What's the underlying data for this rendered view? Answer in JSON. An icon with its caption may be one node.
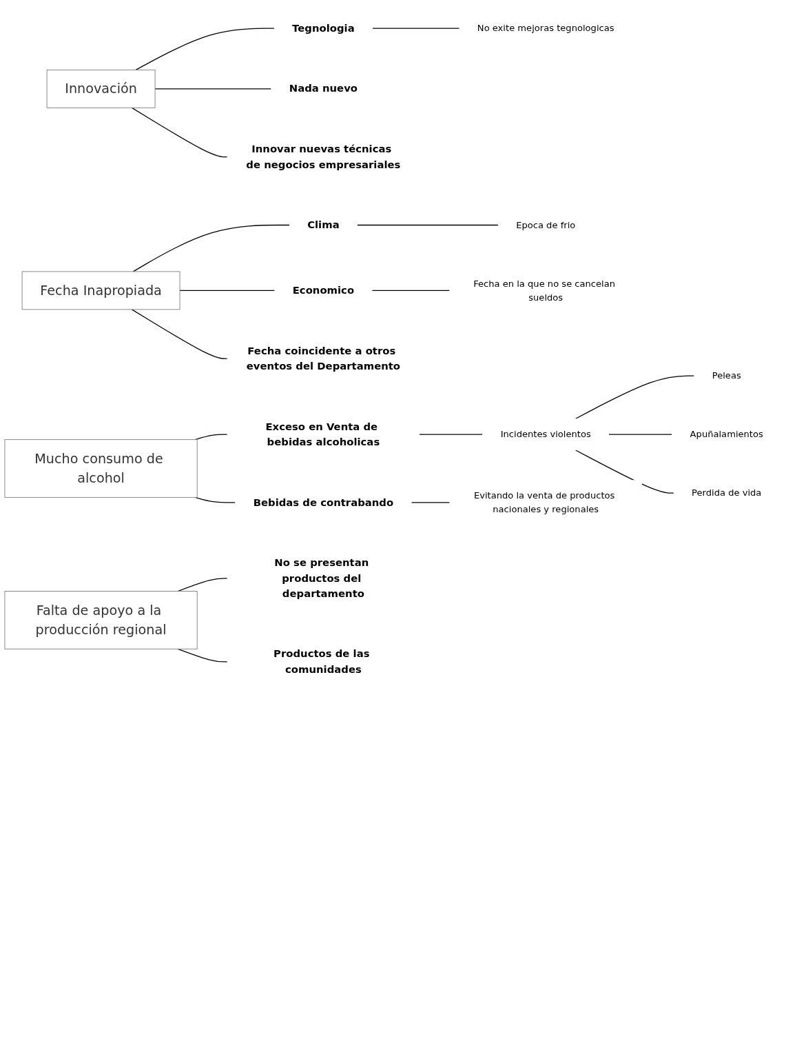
{
  "diagram": {
    "nodes": [
      {
        "text": [
          "Innovación"
        ]
      },
      {
        "text": [
          "Tegnologia"
        ]
      },
      {
        "text": [
          "No exite mejoras tegnologicas"
        ]
      },
      {
        "text": [
          "Nada nuevo"
        ]
      },
      {
        "text": [
          "Innovar nuevas técnicas de negocios empresariales"
        ]
      },
      {
        "text": [
          "Fecha Inapropiada"
        ]
      },
      {
        "text": [
          "Clima"
        ]
      },
      {
        "text": [
          "Epoca de frio"
        ]
      },
      {
        "text": [
          "Economico"
        ]
      },
      {
        "text": [
          "Fecha en la que no se cancelan sueldos"
        ]
      },
      {
        "text": [
          "Fecha coincidente a otros eventos del Departamento"
        ]
      },
      {
        "text": [
          "Mucho consumo de alcohol"
        ]
      },
      {
        "text": [
          "Exceso en Venta de bebidas alcoholicas"
        ]
      },
      {
        "text": [
          "Incidentes violentos"
        ]
      },
      {
        "text": [
          "Peleas"
        ]
      },
      {
        "text": [
          "Apuñalamientos"
        ]
      },
      {
        "text": [
          "Perdida de vida"
        ]
      },
      {
        "text": [
          "Bebidas de contrabando"
        ]
      },
      {
        "text": [
          "Evitando la venta de productos nacionales y regionales"
        ]
      },
      {
        "text": [
          "Falta de apoyo a la producción regional"
        ]
      },
      {
        "text": [
          "No se presentan productos del departamento"
        ]
      },
      {
        "text": [
          "Productos de las comunidades"
        ]
      }
    ],
    "edges": [
      {
        "from": 0,
        "to": 1,
        "arrow": "none"
      },
      {
        "from": 1,
        "to": 2,
        "arrow": "none"
      },
      {
        "from": 0,
        "to": 3,
        "arrow": "none"
      },
      {
        "from": 0,
        "to": 4,
        "arrow": "none"
      },
      {
        "from": 5,
        "to": 6,
        "arrow": "none"
      },
      {
        "from": 6,
        "to": 7,
        "arrow": "none"
      },
      {
        "from": 5,
        "to": 8,
        "arrow": "none"
      },
      {
        "from": 8,
        "to": 9,
        "arrow": "none"
      },
      {
        "from": 5,
        "to": 10,
        "arrow": "none"
      },
      {
        "from": 11,
        "to": 12,
        "arrow": "none"
      },
      {
        "from": 12,
        "to": 13,
        "arrow": "none"
      },
      {
        "from": 13,
        "to": 14,
        "arrow": "none"
      },
      {
        "from": 13,
        "to": 15,
        "arrow": "none"
      },
      {
        "from": 13,
        "to": 16,
        "arrow": "none"
      },
      {
        "from": 11,
        "to": 17,
        "arrow": "none"
      },
      {
        "from": 17,
        "to": 18,
        "arrow": "none"
      },
      {
        "from": 19,
        "to": 20,
        "arrow": "none"
      },
      {
        "from": 19,
        "to": 21,
        "arrow": "none"
      }
    ]
  }
}
